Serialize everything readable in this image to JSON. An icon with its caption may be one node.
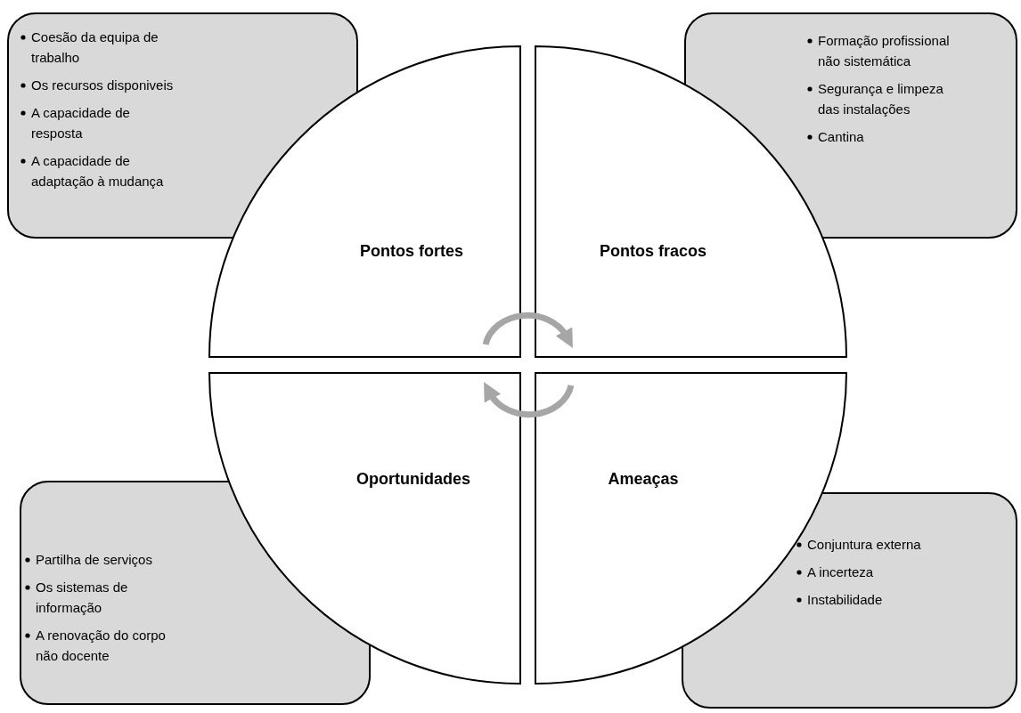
{
  "diagram": {
    "nodes": [
      {
        "text": [
          "Coesão da equipa de trabalho",
          "Os recursos disponiveis",
          "A capacidade de resposta",
          "A capacidade de adaptação à mudança"
        ]
      },
      {
        "text": [
          "Formação profissional não sistemática",
          "Segurança e limpeza das instalações",
          "Cantina"
        ]
      },
      {
        "text": [
          "Pontos fortes"
        ]
      },
      {
        "text": [
          "Pontos fracos"
        ]
      },
      {
        "text": [
          "Oportunidades"
        ]
      },
      {
        "text": [
          "Ameaças"
        ]
      },
      {
        "text": [
          "Partilha de serviços",
          "Os sistemas de informação",
          "A renovação do corpo não docente"
        ]
      },
      {
        "text": [
          "Conjuntura externa",
          "A incerteza",
          "Instabilidade"
        ]
      }
    ],
    "edges": [
      {
        "from": 2,
        "to": 3,
        "arrow": "to",
        "color": "#a6a6a6"
      },
      {
        "from": 5,
        "to": 4,
        "arrow": "to",
        "color": "#a6a6a6"
      }
    ]
  }
}
